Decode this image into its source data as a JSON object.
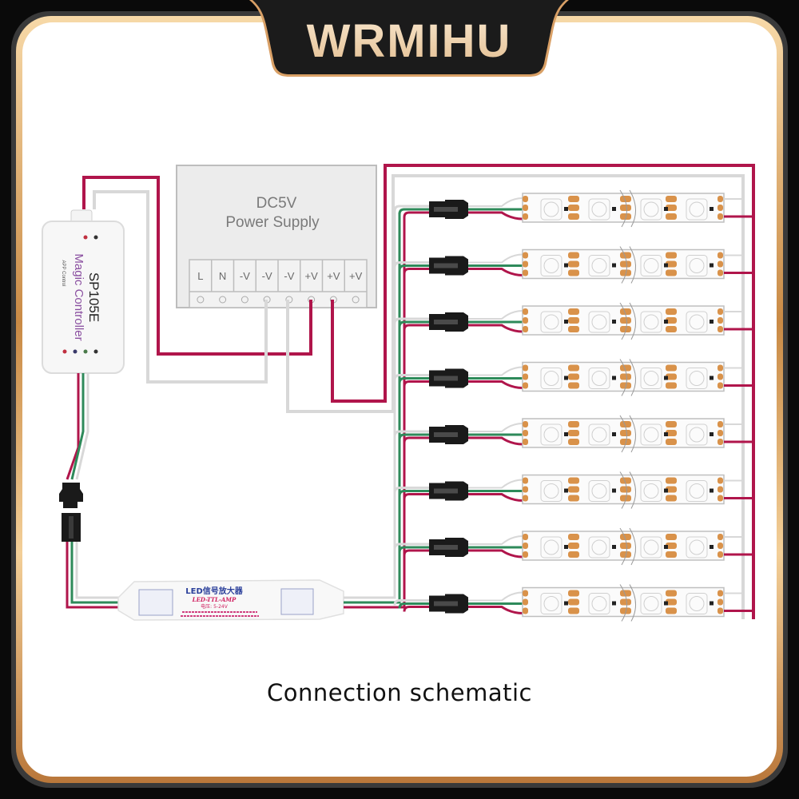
{
  "brand": {
    "name": "WRMIHU"
  },
  "caption": "Connection schematic",
  "colors": {
    "frame_gold": "#d9a066",
    "frame_dark": "#3a3a3a",
    "wire_red": "#b0154b",
    "wire_green": "#2e8a5a",
    "wire_white": "#d8d8d8",
    "pad_orange": "#d9924a",
    "connector_black": "#1a1a1a"
  },
  "controller": {
    "model": "SP105E",
    "subtitle": "Magic Controller",
    "app_label": "APP Control"
  },
  "power_supply": {
    "line1": "DC5V",
    "line2": "Power Supply",
    "terminals": [
      "L",
      "N",
      "-V",
      "-V",
      "-V",
      "+V",
      "+V",
      "+V"
    ]
  },
  "amplifier": {
    "title": "LED信号放大器",
    "model": "LED-TTL-AMP",
    "voltage": "电压: 5-24V"
  },
  "strips": {
    "count": 8
  }
}
